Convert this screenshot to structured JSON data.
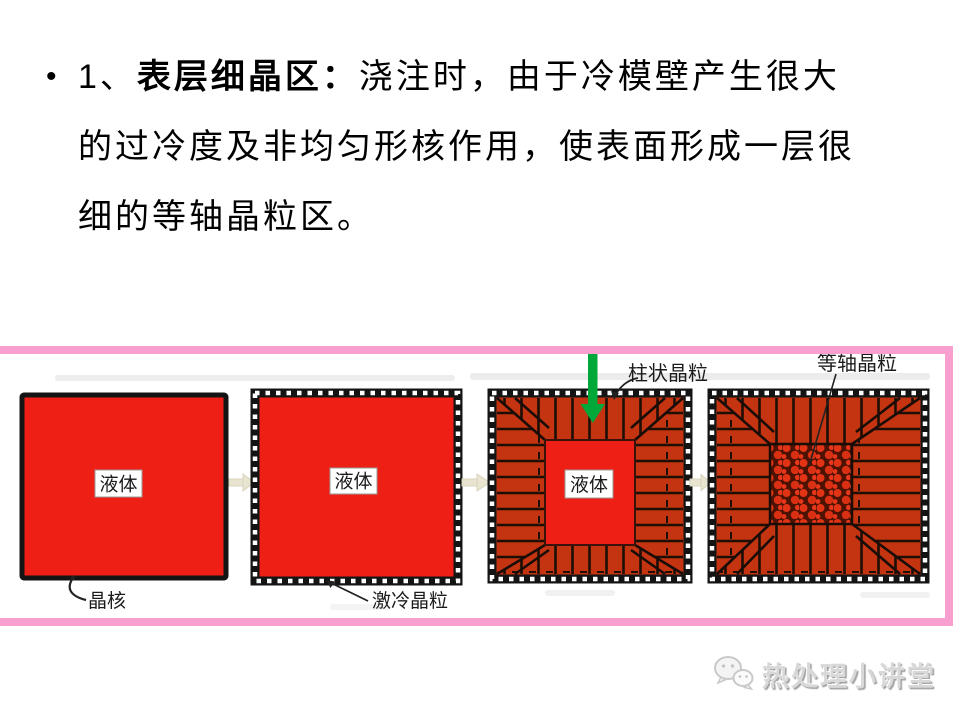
{
  "slide": {
    "bullet_char": "•",
    "number_prefix": "1、",
    "heading_bold": "表层细晶区：",
    "body_line1": "浇注时，由于冷模壁产生很大",
    "body_line2": "的过冷度及非均匀形核作用，使表面形成一层很",
    "body_line3": "细的等轴晶粒区。"
  },
  "diagram": {
    "stage1_center_label": "液体",
    "stage2_center_label": "液体",
    "stage3_center_label": "液体",
    "caption_stage1": "晶核",
    "caption_stage2": "激冷晶粒",
    "caption_stage3": "柱状晶粒",
    "caption_stage4": "等轴晶粒",
    "colors": {
      "frame_pink": "#f99fd0",
      "liquid_red": "#ee2015",
      "grain_red": "#c43411",
      "green_arrow": "#00a83a",
      "stage_arrow_beige": "#e9e4d0"
    }
  },
  "watermark": {
    "text": "热处理小讲堂"
  }
}
